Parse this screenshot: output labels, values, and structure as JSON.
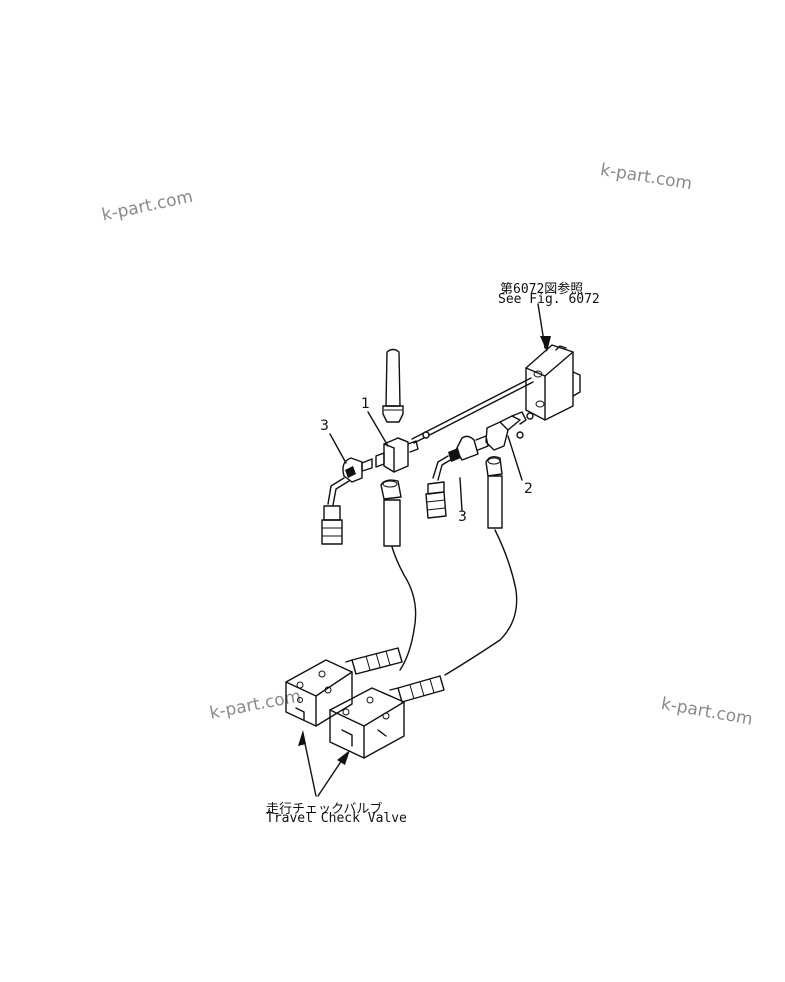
{
  "watermark": "k-part.com",
  "callouts": {
    "see_fig_jp": "第6072図参照",
    "see_fig_en": "See Fig. 6072",
    "travel_check_valve_jp": "走行チェックバルブ",
    "travel_check_valve_en": "Travel Check Valve"
  },
  "part_numbers": {
    "p1": "1",
    "p2": "2",
    "p3_left": "3",
    "p3_right": "3"
  }
}
